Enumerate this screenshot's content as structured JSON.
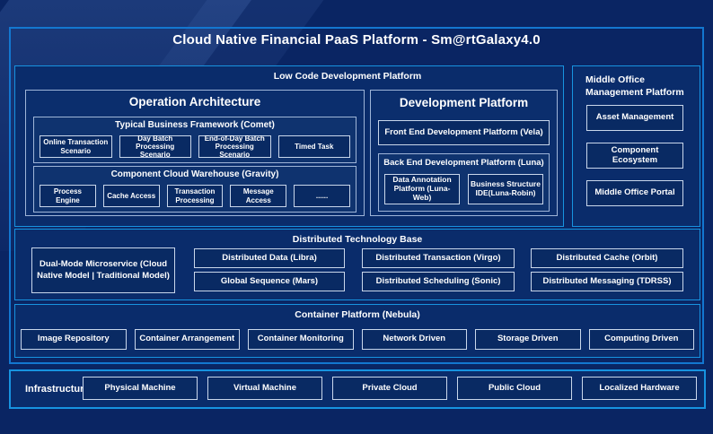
{
  "title": "Cloud Native Financial PaaS Platform - Sm@rtGalaxy4.0",
  "low_code": {
    "label": "Low Code Development Platform",
    "operation_architecture": {
      "title": "Operation Architecture",
      "typical_business_framework": {
        "title": "Typical Business Framework (Comet)",
        "items": [
          "Online Transaction Scenario",
          "Day Batch Processing Scenario",
          "End-of-Day Batch Processing Scenario",
          "Timed Task"
        ]
      },
      "component_cloud_warehouse": {
        "title": "Component Cloud Warehouse (Gravity)",
        "items": [
          "Process Engine",
          "Cache Access",
          "Transaction Processing",
          "Message Access",
          "......"
        ]
      }
    },
    "development_platform": {
      "title": "Development Platform",
      "front_end": "Front End Development Platform (Vela)",
      "back_end": {
        "title": "Back End Development Platform (Luna)",
        "items": [
          "Data Annotation Platform (Luna-Web)",
          "Business Structure IDE(Luna-Robin)"
        ]
      }
    }
  },
  "middle_office": {
    "title": "Middle Office Management Platform",
    "items": [
      "Asset Management",
      "Component Ecosystem",
      "Middle Office Portal"
    ]
  },
  "distributed_technology_base": {
    "title": "Distributed Technology Base",
    "dual_mode": "Dual-Mode Microservice (Cloud Native Model | Traditional Model)",
    "rows": [
      [
        "Distributed Data (Libra)",
        "Distributed Transaction (Virgo)",
        "Distributed Cache (Orbit)"
      ],
      [
        "Global Sequence (Mars)",
        "Distributed Scheduling (Sonic)",
        "Distributed Messaging (TDRSS)"
      ]
    ]
  },
  "container_platform": {
    "title": "Container Platform (Nebula)",
    "items": [
      "Image Repository",
      "Container Arrangement",
      "Container Monitoring",
      "Network Driven",
      "Storage Driven",
      "Computing Driven"
    ]
  },
  "infrastructure": {
    "title": "Infrastructure",
    "items": [
      "Physical Machine",
      "Virtual Machine",
      "Private Cloud",
      "Public Cloud",
      "Localized Hardware"
    ]
  },
  "colors": {
    "background": "#0A2563",
    "frame_border": "#1377D0",
    "section_border": "#1793E0",
    "panel_border": "#9FB5D8",
    "leaf_border": "#C9D7EB",
    "text": "#FFFFFF"
  }
}
